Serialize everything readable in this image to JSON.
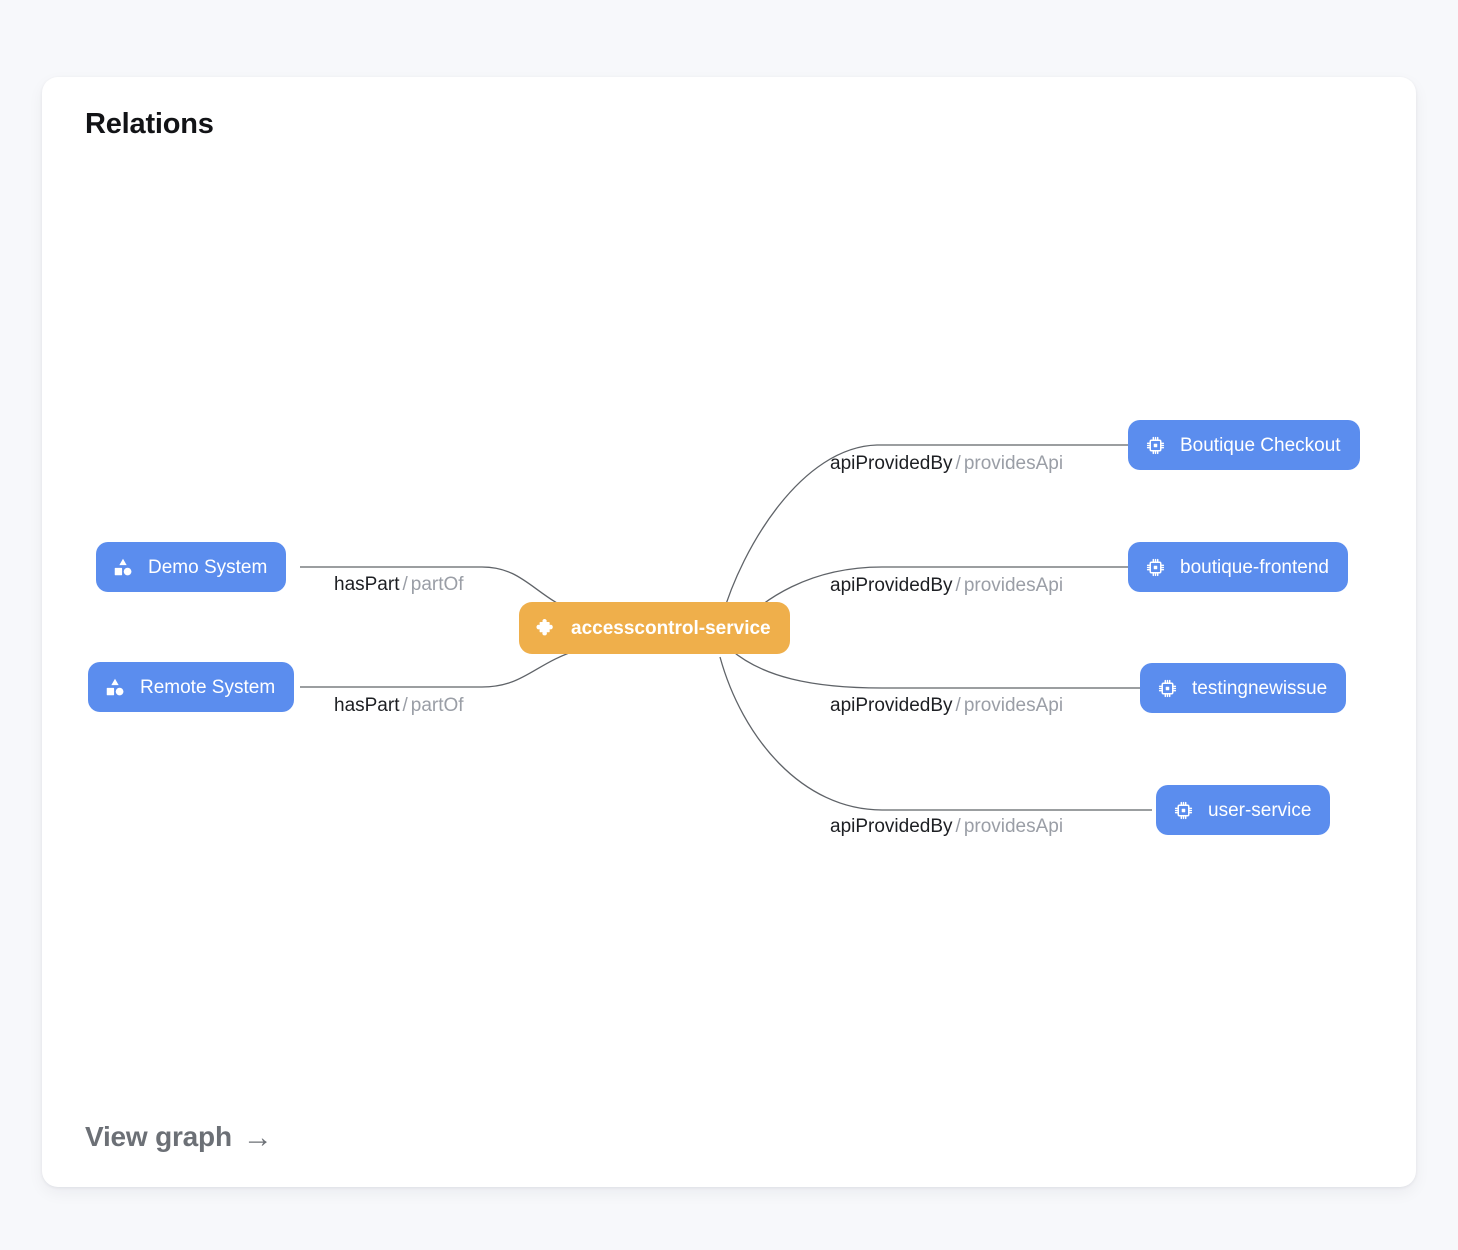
{
  "card": {
    "title": "Relations",
    "footer_link_label": "View graph",
    "footer_link_icon": "arrow-right-icon",
    "footer_arrow_glyph": "→"
  },
  "graph": {
    "center_node": {
      "label": "accesscontrol-service",
      "kind": "component",
      "icon": "puzzle-piece-icon",
      "color": "#efaf4b"
    },
    "left_nodes": [
      {
        "label": "Demo System",
        "kind": "system",
        "icon": "system-shapes-icon",
        "color": "#5b8dee"
      },
      {
        "label": "Remote System",
        "kind": "system",
        "icon": "system-shapes-icon",
        "color": "#5b8dee"
      }
    ],
    "right_nodes": [
      {
        "label": "Boutique Checkout",
        "kind": "api",
        "icon": "chip-icon",
        "color": "#5b8dee"
      },
      {
        "label": "boutique-frontend",
        "kind": "api",
        "icon": "chip-icon",
        "color": "#5b8dee"
      },
      {
        "label": "testingnewissue",
        "kind": "api",
        "icon": "chip-icon",
        "color": "#5b8dee"
      },
      {
        "label": "user-service",
        "kind": "api",
        "icon": "chip-icon",
        "color": "#5b8dee"
      }
    ],
    "edge_labels": [
      {
        "forward": "hasPart",
        "separator": "/",
        "reverse": "partOf"
      },
      {
        "forward": "hasPart",
        "separator": "/",
        "reverse": "partOf"
      },
      {
        "forward": "apiProvidedBy",
        "separator": "/",
        "reverse": "providesApi"
      },
      {
        "forward": "apiProvidedBy",
        "separator": "/",
        "reverse": "providesApi"
      },
      {
        "forward": "apiProvidedBy",
        "separator": "/",
        "reverse": "providesApi"
      },
      {
        "forward": "apiProvidedBy",
        "separator": "/",
        "reverse": "providesApi"
      }
    ]
  }
}
